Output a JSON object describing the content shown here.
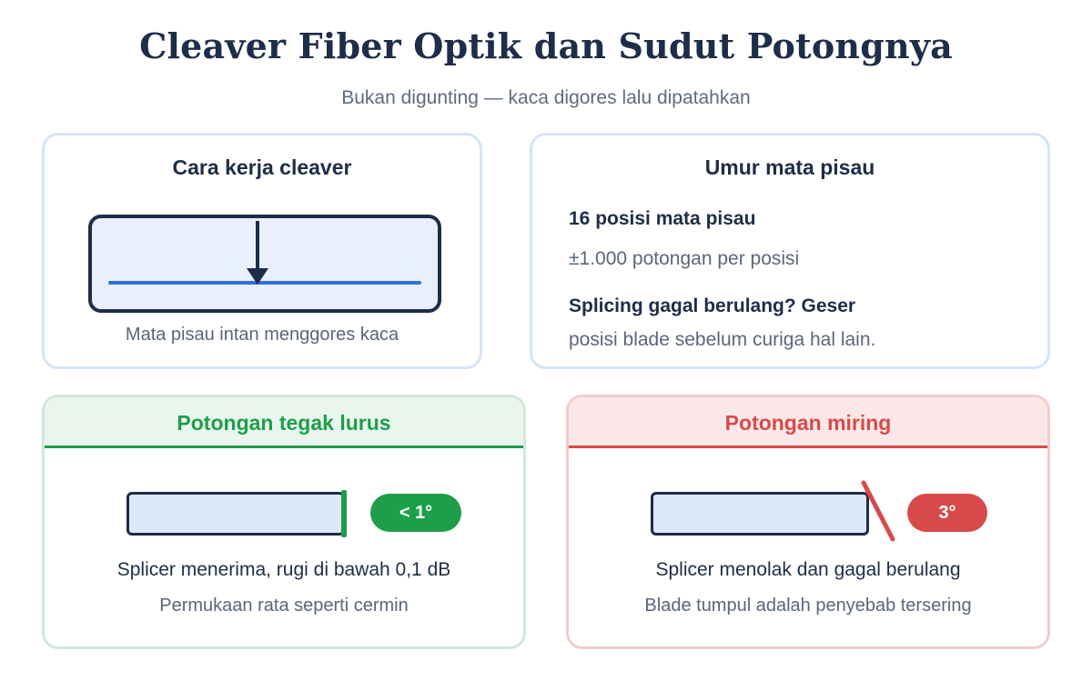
{
  "title": "Cleaver Fiber Optik dan Sudut Potongnya",
  "subtitle": "Bukan digunting — kaca digores lalu dipatahkan",
  "how_it_works": {
    "title": "Cara kerja cleaver",
    "caption": "Mata pisau intan menggores kaca"
  },
  "blade_life": {
    "title": "Umur mata pisau",
    "positions": "16 posisi mata pisau",
    "cuts_per_position": "±1.000 potongan per posisi",
    "tip_line1": "Splicing gagal berulang? Geser",
    "tip_line2": "posisi blade sebelum curiga hal lain."
  },
  "straight_cut": {
    "title": "Potongan tegak lurus",
    "angle_badge": "< 1°",
    "result": "Splicer menerima, rugi di bawah 0,1 dB",
    "note": "Permukaan rata seperti cermin"
  },
  "angled_cut": {
    "title": "Potongan miring",
    "angle_badge": "3°",
    "result": "Splicer menolak dan gagal berulang",
    "note": "Blade tumpul adalah penyebab tersering"
  },
  "colors": {
    "navy": "#1e2d48",
    "accent_blue": "#2f6fe0",
    "ok_green": "#1e9e4a",
    "bad_red": "#d84a4a"
  }
}
